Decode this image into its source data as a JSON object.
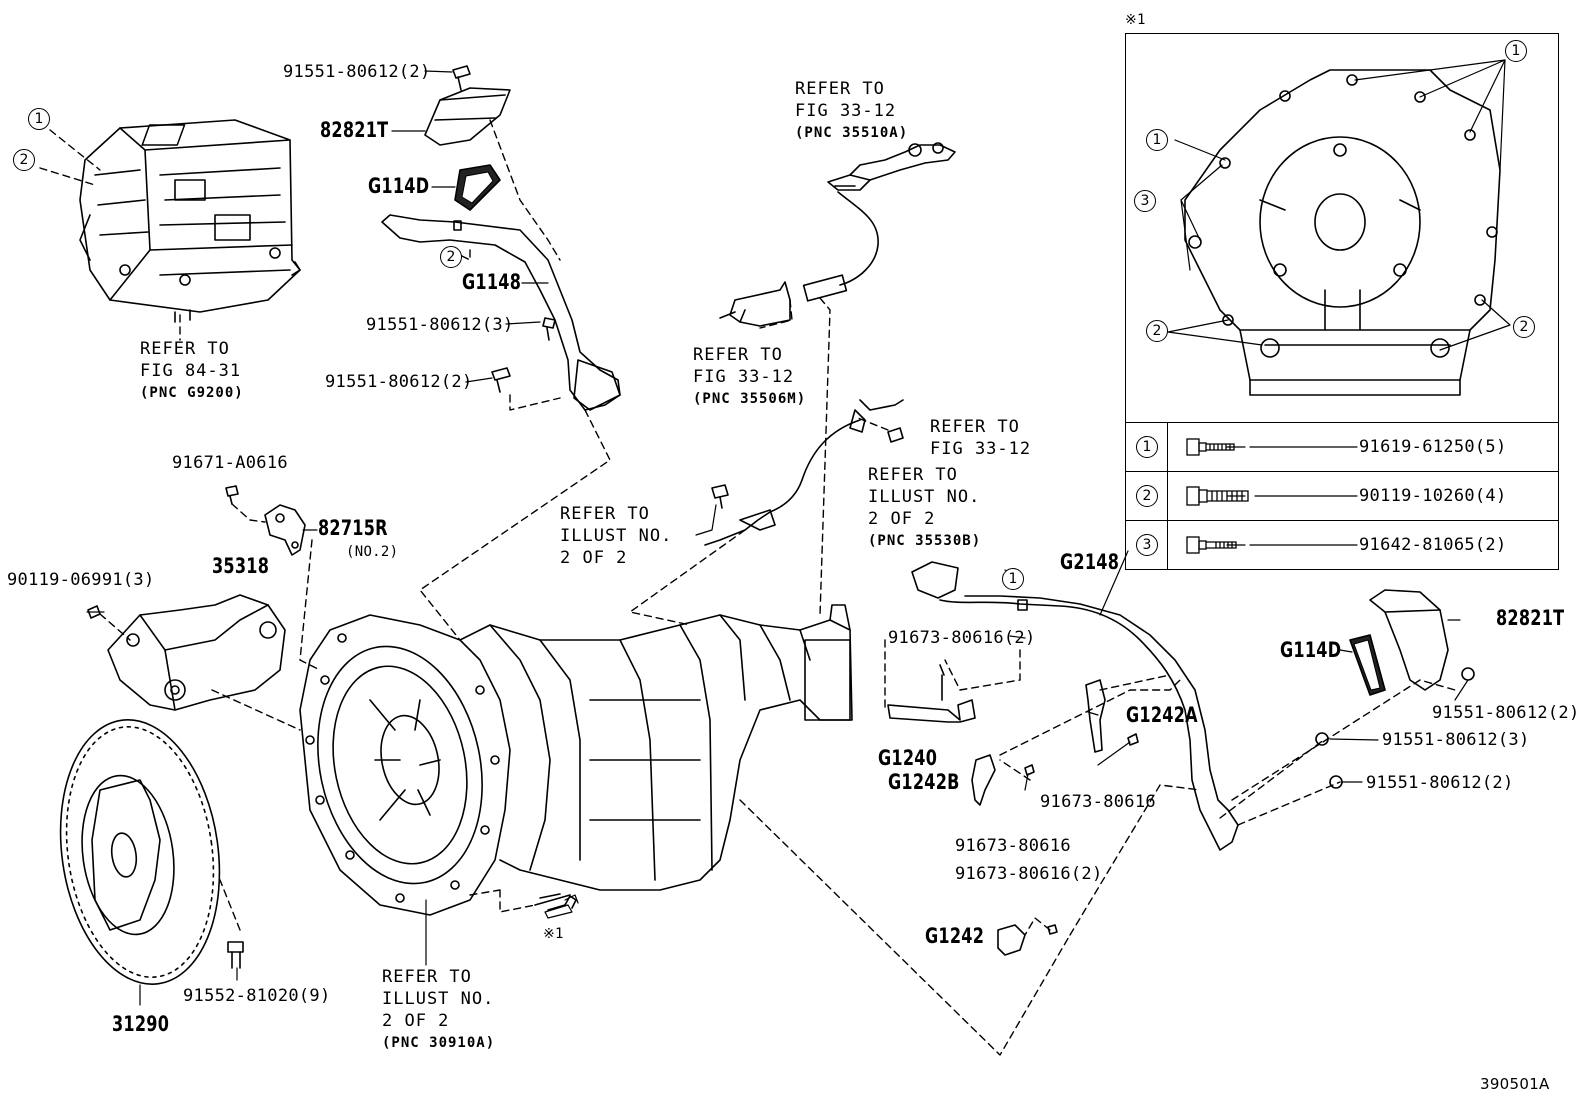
{
  "top_mark": "※1",
  "figure_id": "390501A",
  "inset": {
    "rows": [
      {
        "circle": "1",
        "part": "91619-61250(5)"
      },
      {
        "circle": "2",
        "part": "90119-10260(4)"
      },
      {
        "circle": "3",
        "part": "91642-81065(2)"
      }
    ]
  },
  "callouts": {
    "c1_a": "1",
    "c2_a": "2",
    "c2_b": "2",
    "c1_b": "1",
    "in1_top": "1",
    "in1_left": "1",
    "in3_left": "3",
    "in2_left": "2",
    "in2_right": "2"
  },
  "parts": {
    "p_91551_80612_2_top": "91551-80612(2)",
    "p_82821T_top": "82821T",
    "p_G114D_top": "G114D",
    "p_G1148": "G1148",
    "p_91551_80612_3_mid": "91551-80612(3)",
    "p_91551_80612_2_mid": "91551-80612(2)",
    "p_91671_A0616": "91671-A0616",
    "p_82715R": "82715R",
    "p_82715R_sub": "(NO.2)",
    "p_90119_06991": "90119-06991(3)",
    "p_35318": "35318",
    "p_31290": "31290",
    "p_91552_81020": "91552-81020(9)",
    "p_note1": "※1",
    "p_G2148": "G2148",
    "p_91673_80616_2_a": "91673-80616(2)",
    "p_G1240": "G1240",
    "p_G1242B": "G1242B",
    "p_G1242A": "G1242A",
    "p_91673_80616_a": "91673-80616",
    "p_91673_80616_b": "91673-80616",
    "p_91673_80616_2_b": "91673-80616(2)",
    "p_G1242": "G1242",
    "p_82821T_right": "82821T",
    "p_G114D_right": "G114D",
    "p_91551_80612_2_r1": "91551-80612(2)",
    "p_91551_80612_3_r": "91551-80612(3)",
    "p_91551_80612_2_r2": "91551-80612(2)"
  },
  "refs": {
    "r_fig84": [
      "REFER TO",
      "FIG 84-31",
      "(PNC G9200)"
    ],
    "r_fig33_a": [
      "REFER TO",
      "FIG 33-12",
      "(PNC 35510A)"
    ],
    "r_fig33_b": [
      "REFER TO",
      "FIG 33-12",
      "(PNC 35506M)"
    ],
    "r_fig33_c": [
      "REFER TO",
      "FIG 33-12"
    ],
    "r_illust_a": [
      "REFER TO",
      "ILLUST NO.",
      "2 OF 2"
    ],
    "r_illust_b": [
      "REFER TO",
      "ILLUST NO.",
      "2 OF 2",
      "(PNC 35530B)"
    ],
    "r_illust_c": [
      "REFER TO",
      "ILLUST NO.",
      "2 OF 2",
      "(PNC 30910A)"
    ]
  }
}
